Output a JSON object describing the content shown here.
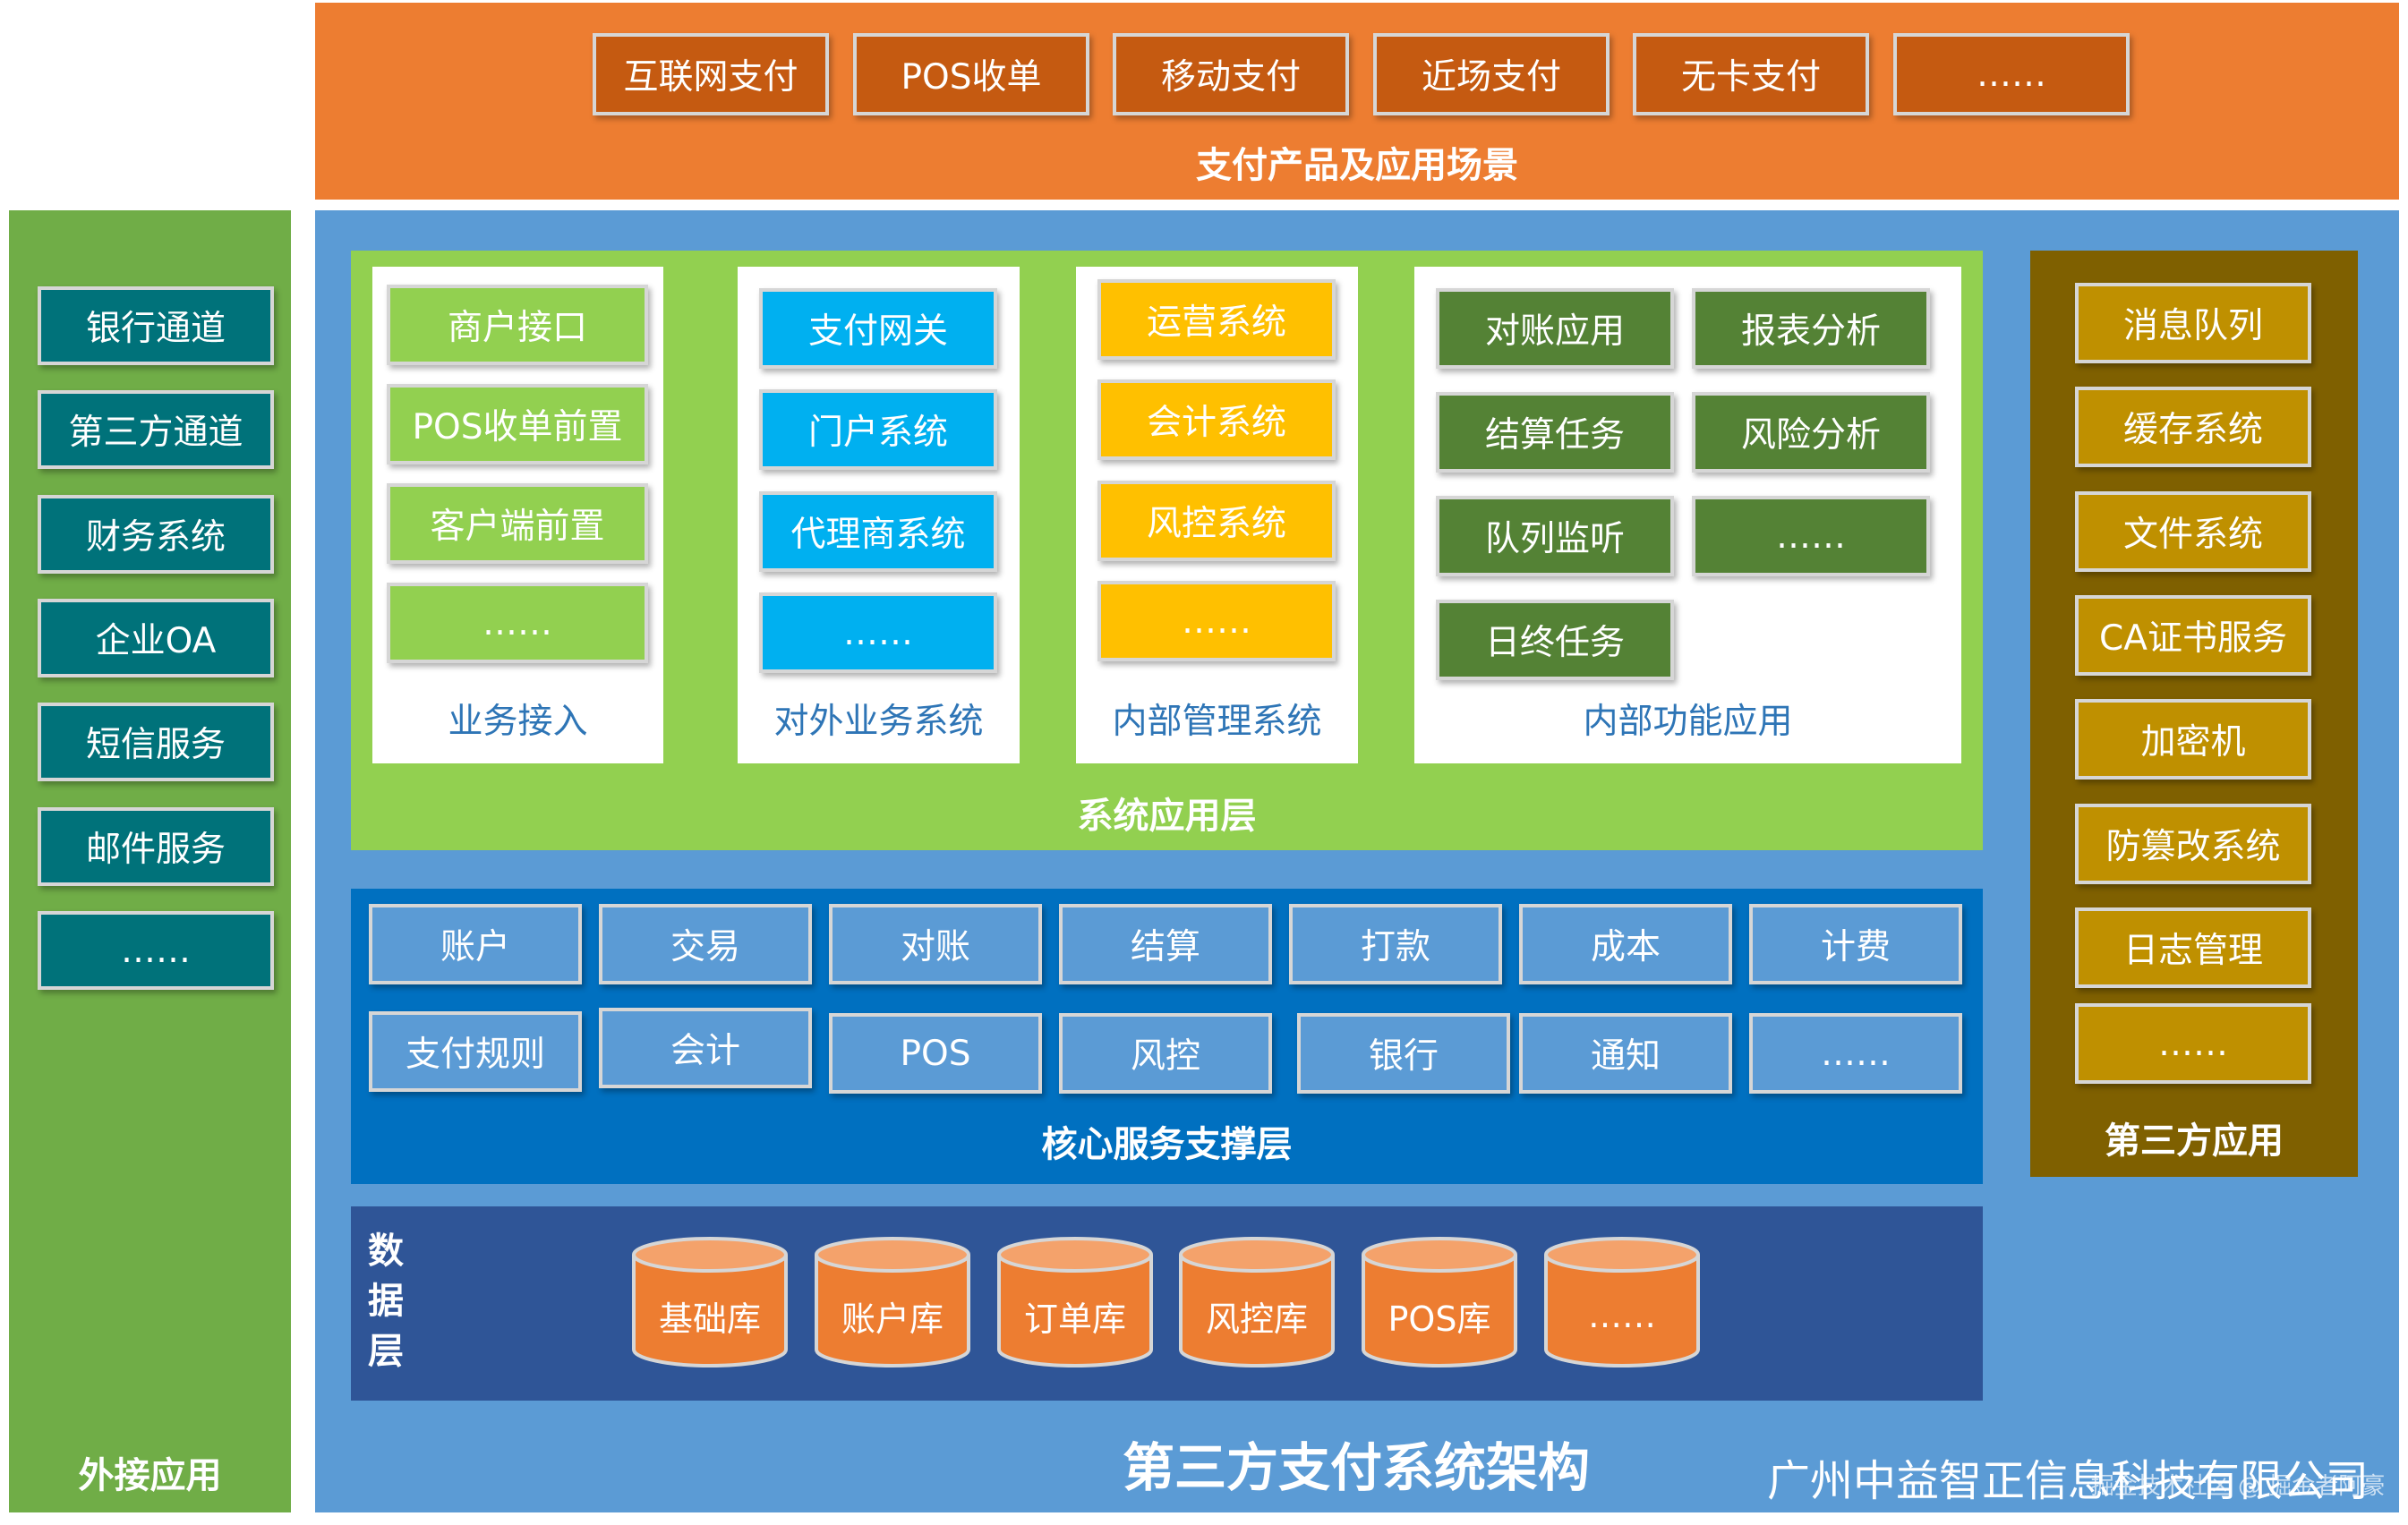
{
  "top": {
    "items": [
      "互联网支付",
      "POS收单",
      "移动支付",
      "近场支付",
      "无卡支付",
      "……"
    ],
    "title": "支付产品及应用场景"
  },
  "left": {
    "items": [
      "银行通道",
      "第三方通道",
      "财务系统",
      "企业OA",
      "短信服务",
      "邮件服务",
      "……"
    ],
    "title": "外接应用"
  },
  "app_layer": {
    "title": "系统应用层",
    "business": {
      "items": [
        "商户接口",
        "POS收单前置",
        "客户端前置",
        "……"
      ],
      "label": "业务接入"
    },
    "external": {
      "items": [
        "支付网关",
        "门户系统",
        "代理商系统",
        "……"
      ],
      "label": "对外业务系统"
    },
    "internal_mgmt": {
      "items": [
        "运营系统",
        "会计系统",
        "风控系统",
        "……"
      ],
      "label": "内部管理系统"
    },
    "internal_func": {
      "items": [
        "对账应用",
        "报表分析",
        "结算任务",
        "风险分析",
        "队列监听",
        "……",
        "日终任务"
      ],
      "label": "内部功能应用"
    }
  },
  "core_layer": {
    "title": "核心服务支撑层",
    "row1": [
      "账户",
      "交易",
      "对账",
      "结算",
      "打款",
      "成本",
      "计费"
    ],
    "row2": [
      "支付规则",
      "会计",
      "POS",
      "风控",
      "银行",
      "通知",
      "……"
    ]
  },
  "data_layer": {
    "title_chars": [
      "数",
      "据",
      "层"
    ],
    "items": [
      "基础库",
      "账户库",
      "订单库",
      "风控库",
      "POS库",
      "……"
    ]
  },
  "right": {
    "items": [
      "消息队列",
      "缓存系统",
      "文件系统",
      "CA证书服务",
      "加密机",
      "防篡改系统",
      "日志管理",
      "……"
    ],
    "title": "第三方应用"
  },
  "main_title": "第三方支付系统架构",
  "company": "广州中益智正信息科技有限公司",
  "watermark": "掘金技术社区 @ 掘金者阿豪",
  "colors": {
    "top_band": "#ed7d31",
    "left_band": "#70ad47",
    "main_band": "#5b9bd5",
    "app_layer": "#92d050",
    "core_layer": "#0070c0",
    "data_layer": "#2f5597",
    "right_band": "#7f6000",
    "cylinder": "#ed7d31"
  }
}
